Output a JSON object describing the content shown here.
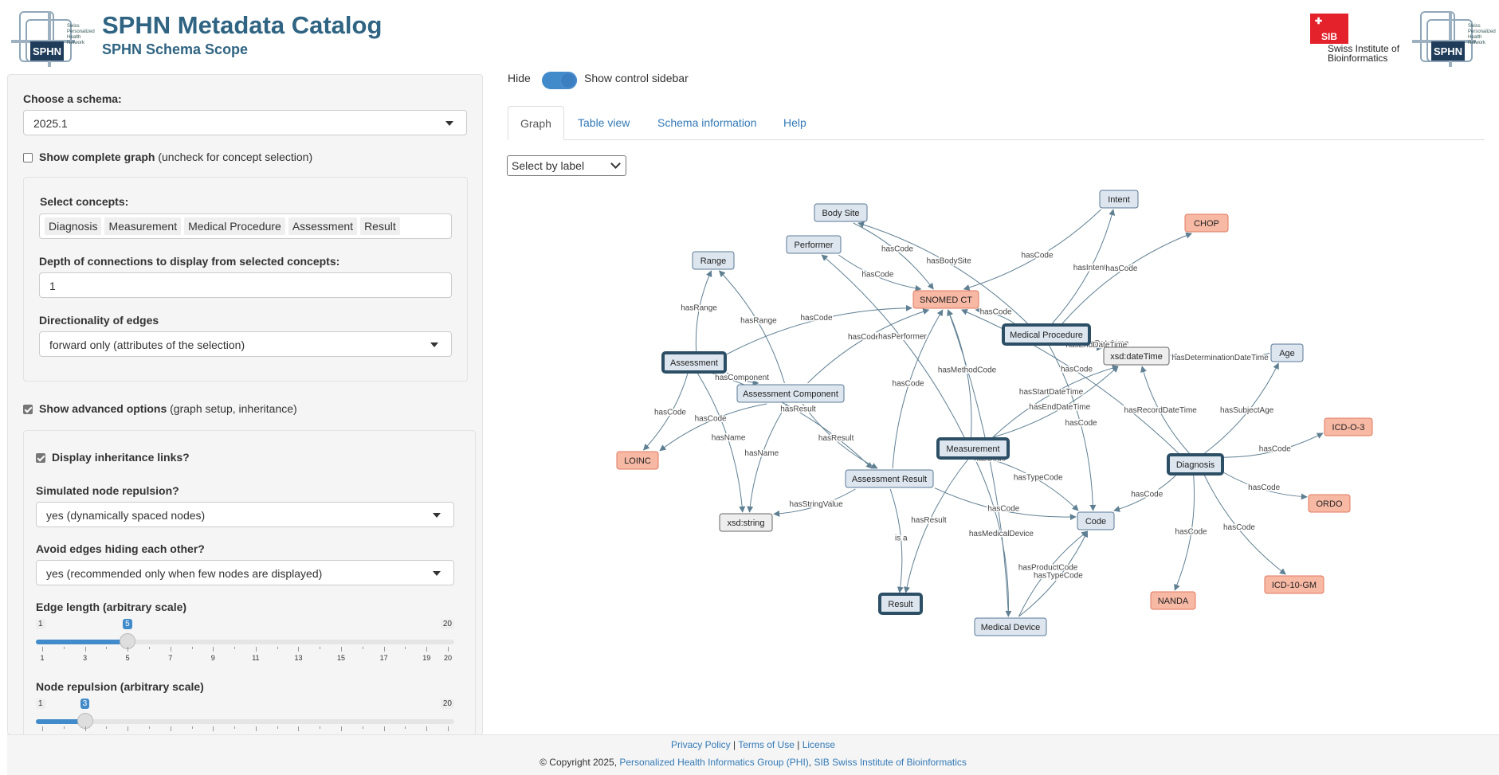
{
  "header": {
    "title": "SPHN Metadata Catalog",
    "subtitle": "SPHN Schema Scope",
    "sphn_logo_text": "SPHN",
    "sphn_logo_small": "Swiss Personalized Health Network",
    "sib_logo_text": "SIB",
    "sib_name": "Swiss Institute of Bioinformatics"
  },
  "sidebar": {
    "schema_label": "Choose a schema:",
    "schema_value": "2025.1",
    "complete_graph_label": "Show complete graph",
    "complete_graph_hint": " (uncheck for concept selection)",
    "complete_graph_checked": false,
    "concepts_label": "Select concepts:",
    "concepts": [
      "Diagnosis",
      "Measurement",
      "Medical Procedure",
      "Assessment",
      "Result"
    ],
    "depth_label": "Depth of connections to display from selected concepts:",
    "depth_value": "1",
    "direction_label": "Directionality of edges",
    "direction_value": "forward only (attributes of the selection)",
    "advanced_label": "Show advanced options",
    "advanced_hint": " (graph setup, inheritance)",
    "advanced_checked": true,
    "inheritance_label": "Display inheritance links?",
    "inheritance_checked": true,
    "repulsion_label": "Simulated node repulsion?",
    "repulsion_value": "yes (dynamically spaced nodes)",
    "avoid_label": "Avoid edges hiding each other?",
    "avoid_value": "yes (recommended only when few nodes are displayed)",
    "edge_length": {
      "label": "Edge length (arbitrary scale)",
      "min": 1,
      "max": 20,
      "value": 5,
      "ticks": [
        "1",
        "3",
        "5",
        "7",
        "9",
        "11",
        "13",
        "15",
        "17",
        "19",
        "20"
      ]
    },
    "node_repulsion": {
      "label": "Node repulsion (arbitrary scale)",
      "min": 1,
      "max": 20,
      "value": 3
    }
  },
  "main": {
    "toggle_hide": "Hide",
    "toggle_show": "Show control sidebar",
    "toggle_on": true,
    "tabs": [
      {
        "label": "Graph",
        "active": true
      },
      {
        "label": "Table view",
        "active": false
      },
      {
        "label": "Schema information",
        "active": false
      },
      {
        "label": "Help",
        "active": false
      }
    ],
    "select_label": "Select by label",
    "colors": {
      "concept_fill": "#dde6ef",
      "concept_border": "#5a7894",
      "selected_border": "#2c4f66",
      "terminology_fill": "#f7b8a4",
      "terminology_border": "#e07a5f",
      "datatype_fill": "#eeeeee",
      "edge": "#5f7f92"
    }
  },
  "graph": {
    "nodes": [
      {
        "id": "bodysite",
        "label": "Body Site",
        "kind": "concept"
      },
      {
        "id": "intent",
        "label": "Intent",
        "kind": "concept"
      },
      {
        "id": "chop",
        "label": "CHOP",
        "kind": "terminology"
      },
      {
        "id": "performer",
        "label": "Performer",
        "kind": "concept"
      },
      {
        "id": "range",
        "label": "Range",
        "kind": "concept"
      },
      {
        "id": "snomed",
        "label": "SNOMED CT",
        "kind": "terminology"
      },
      {
        "id": "medproc",
        "label": "Medical Procedure",
        "kind": "selected"
      },
      {
        "id": "datetime",
        "label": "xsd:dateTime",
        "kind": "datatype"
      },
      {
        "id": "age",
        "label": "Age",
        "kind": "concept"
      },
      {
        "id": "assessment",
        "label": "Assessment",
        "kind": "selected"
      },
      {
        "id": "assesscomp",
        "label": "Assessment Component",
        "kind": "concept"
      },
      {
        "id": "loinc",
        "label": "LOINC",
        "kind": "terminology"
      },
      {
        "id": "measurement",
        "label": "Measurement",
        "kind": "selected"
      },
      {
        "id": "diagnosis",
        "label": "Diagnosis",
        "kind": "selected"
      },
      {
        "id": "icdo3",
        "label": "ICD-O-3",
        "kind": "terminology"
      },
      {
        "id": "assessresult",
        "label": "Assessment Result",
        "kind": "concept"
      },
      {
        "id": "ordo",
        "label": "ORDO",
        "kind": "terminology"
      },
      {
        "id": "xsdstring",
        "label": "xsd:string",
        "kind": "datatype"
      },
      {
        "id": "code",
        "label": "Code",
        "kind": "concept"
      },
      {
        "id": "icd10gm",
        "label": "ICD-10-GM",
        "kind": "terminology"
      },
      {
        "id": "nanda",
        "label": "NANDA",
        "kind": "terminology"
      },
      {
        "id": "result",
        "label": "Result",
        "kind": "selected"
      },
      {
        "id": "meddevice",
        "label": "Medical Device",
        "kind": "concept"
      }
    ],
    "edges": [
      {
        "from": "bodysite",
        "to": "snomed",
        "label": "hasCode"
      },
      {
        "from": "medproc",
        "to": "bodysite",
        "label": "hasBodySite"
      },
      {
        "from": "intent",
        "to": "snomed",
        "label": "hasCode"
      },
      {
        "from": "medproc",
        "to": "intent",
        "label": "hasIntent"
      },
      {
        "from": "medproc",
        "to": "chop",
        "label": "hasCode"
      },
      {
        "from": "performer",
        "to": "snomed",
        "label": "hasCode"
      },
      {
        "from": "assessment",
        "to": "range",
        "label": "hasRange"
      },
      {
        "from": "assesscomp",
        "to": "range",
        "label": "hasRange"
      },
      {
        "from": "assessment",
        "to": "snomed",
        "label": "hasCode"
      },
      {
        "from": "medproc",
        "to": "snomed",
        "label": "hasCode"
      },
      {
        "from": "medproc",
        "to": "datetime",
        "label": "hasStartDateTime"
      },
      {
        "from": "medproc",
        "to": "datetime",
        "label": "hasEndDateTime"
      },
      {
        "from": "age",
        "to": "datetime",
        "label": "hasDeterminationDateTime"
      },
      {
        "from": "assessment",
        "to": "assesscomp",
        "label": "hasComponent"
      },
      {
        "from": "assesscomp",
        "to": "snomed",
        "label": "hasCode"
      },
      {
        "from": "measurement",
        "to": "performer",
        "label": "hasPerformer"
      },
      {
        "from": "assessresult",
        "to": "snomed",
        "label": "hasCode"
      },
      {
        "from": "measurement",
        "to": "snomed",
        "label": "hasMethodCode"
      },
      {
        "from": "measurement",
        "to": "datetime",
        "label": "hasStartDateTime"
      },
      {
        "from": "measurement",
        "to": "datetime",
        "label": "hasEndDateTime"
      },
      {
        "from": "diagnosis",
        "to": "datetime",
        "label": "hasRecordDateTime"
      },
      {
        "from": "diagnosis",
        "to": "age",
        "label": "hasSubjectAge"
      },
      {
        "from": "medproc",
        "to": "code",
        "label": "hasCode"
      },
      {
        "from": "diagnosis",
        "to": "snomed",
        "label": "hasCode"
      },
      {
        "from": "assessment",
        "to": "loinc",
        "label": "hasCode"
      },
      {
        "from": "assesscomp",
        "to": "loinc",
        "label": "hasCode"
      },
      {
        "from": "assessment",
        "to": "xsdstring",
        "label": "hasName"
      },
      {
        "from": "assesscomp",
        "to": "xsdstring",
        "label": "hasName"
      },
      {
        "from": "assessment",
        "to": "assessresult",
        "label": "hasResult"
      },
      {
        "from": "assesscomp",
        "to": "assessresult",
        "label": "hasResult"
      },
      {
        "from": "measurement",
        "to": "code",
        "label": "hasTypeCode"
      },
      {
        "from": "diagnosis",
        "to": "icdo3",
        "label": "hasCode"
      },
      {
        "from": "diagnosis",
        "to": "code",
        "label": "hasCode"
      },
      {
        "from": "diagnosis",
        "to": "ordo",
        "label": "hasCode"
      },
      {
        "from": "assessresult",
        "to": "xsdstring",
        "label": "hasStringValue"
      },
      {
        "from": "assessresult",
        "to": "code",
        "label": "hasCode"
      },
      {
        "from": "diagnosis",
        "to": "nanda",
        "label": "hasCode"
      },
      {
        "from": "diagnosis",
        "to": "icd10gm",
        "label": "hasCode"
      },
      {
        "from": "assessresult",
        "to": "result",
        "label": "is a"
      },
      {
        "from": "measurement",
        "to": "result",
        "label": "hasResult"
      },
      {
        "from": "measurement",
        "to": "meddevice",
        "label": "hasMedicalDevice"
      },
      {
        "from": "meddevice",
        "to": "code",
        "label": "hasTypeCode"
      },
      {
        "from": "meddevice",
        "to": "code",
        "label": "hasProductCode"
      },
      {
        "from": "meddevice",
        "to": "snomed",
        "label": "hasCode"
      }
    ]
  },
  "footer": {
    "privacy": "Privacy Policy",
    "sep1": " | ",
    "terms": "Terms of Use",
    "sep2": " | ",
    "license": "License",
    "copyright": "© Copyright 2025, ",
    "phi": "Personalized Health Informatics Group (PHI)",
    "comma": ", ",
    "sib": "SIB Swiss Institute of Bioinformatics"
  }
}
